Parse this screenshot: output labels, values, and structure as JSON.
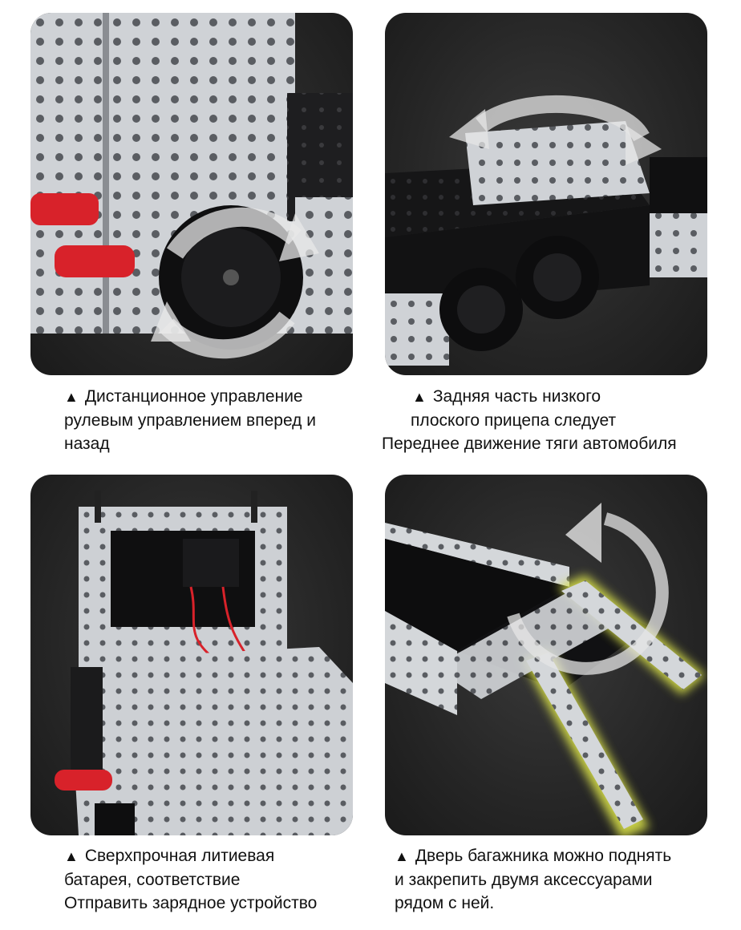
{
  "panels": [
    {
      "icon": "rotate-icon",
      "caption": [
        "Дистанционное управление",
        "рулевым управлением вперед и",
        "назад"
      ]
    },
    {
      "icon": "rotate-icon",
      "caption": [
        "Задняя часть низкого",
        "плоского прицепа следует",
        "Переднее движение тяги автомобиля"
      ]
    },
    {
      "icon": "none",
      "caption": [
        "Сверхпрочная литиевая",
        "батарея, соответствие",
        "Отправить зарядное устройство"
      ]
    },
    {
      "icon": "rotate-icon",
      "caption": [
        "Дверь багажника можно поднять",
        "и закрепить двумя аксессуарами",
        "рядом с ней."
      ]
    }
  ],
  "bullet_glyph": "▲",
  "colors": {
    "metal": "#c9ccd0",
    "accent_red": "#d8222a",
    "highlight": "#d8e04a"
  }
}
